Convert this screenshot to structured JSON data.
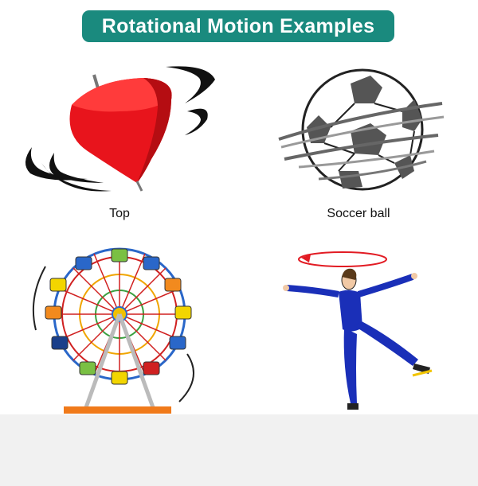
{
  "title": "Rotational Motion Examples",
  "examples": [
    {
      "caption": "Top",
      "icon": "spinning-top-icon"
    },
    {
      "caption": "Soccer ball",
      "icon": "soccer-ball-icon"
    },
    {
      "caption": "",
      "icon": "ferris-wheel-icon"
    },
    {
      "caption": "",
      "icon": "figure-skater-icon"
    }
  ],
  "colors": {
    "title_bg": "#1a8a7e",
    "top_red": "#e8141c",
    "skater_blue": "#1a2fb8",
    "arrow_red": "#e21b23"
  }
}
